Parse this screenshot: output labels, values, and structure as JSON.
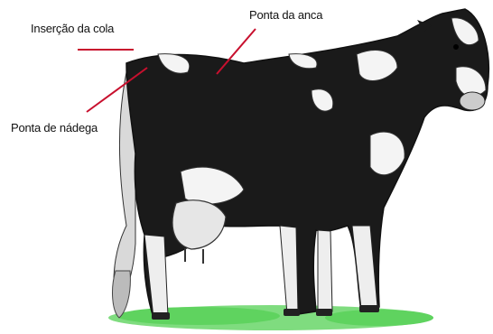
{
  "diagram": {
    "labels": {
      "insercao_da_cola": "Inserção da cola",
      "ponta_da_anca": "Ponta da anca",
      "ponta_de_nadega": "Ponta de nádega"
    },
    "pointer_color": "#c8102e",
    "cow_color": "#1a1a1a",
    "grass_color": "#5fd35f"
  }
}
